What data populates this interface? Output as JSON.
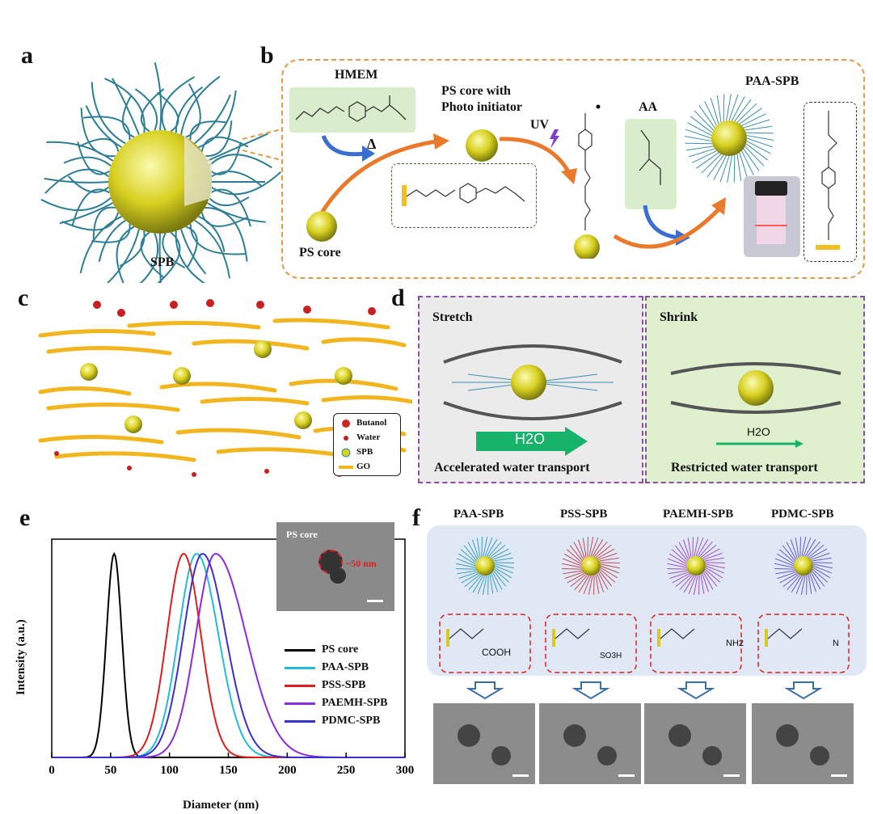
{
  "panel_labels": {
    "a": "a",
    "b": "b",
    "c": "c",
    "d": "d",
    "e": "e",
    "f": "f"
  },
  "panel_a": {
    "caption": "SPB"
  },
  "panel_b": {
    "hmem": "HMEM",
    "ps_core_with": "PS core with",
    "photo_initiator": "Photo initiator",
    "uv": "UV",
    "aa": "AA",
    "paa_spb": "PAA-SPB",
    "ps_core": "PS core",
    "delta": "Δ"
  },
  "panel_c": {
    "legend": [
      {
        "label": "Butanol",
        "color": "#d02525"
      },
      {
        "label": "Water",
        "color": "#c02020"
      },
      {
        "label": "SPB",
        "color": "#2f8fb0"
      },
      {
        "label": "GO",
        "color": "#f2b51d"
      }
    ]
  },
  "panel_d": {
    "stretch": "Stretch",
    "shrink": "Shrink",
    "h2o_left": "H2O",
    "h2o_right": "H2O",
    "accelerated": "Accelerated water transport",
    "restricted": "Restricted water transport"
  },
  "panel_e": {
    "inset_label": "PS core",
    "inset_size": "~50 nm"
  },
  "panel_f": {
    "titles": [
      "PAA-SPB",
      "PSS-SPB",
      "PAEMH-SPB",
      "PDMC-SPB"
    ],
    "groups": [
      "COOH",
      "SO3H",
      "NH2",
      "N"
    ]
  },
  "chart_data": {
    "type": "line",
    "xlabel": "Diameter (nm)",
    "ylabel": "Intensity (a.u.)",
    "xlim": [
      0,
      300
    ],
    "x_ticks": [
      0,
      50,
      100,
      150,
      200,
      250,
      300
    ],
    "series": [
      {
        "name": "PS core",
        "color": "#000000",
        "peak": 53,
        "left_width": 17,
        "right_width": 17
      },
      {
        "name": "PAA-SPB",
        "color": "#22bcd6",
        "peak": 123,
        "left_width": 40,
        "right_width": 48
      },
      {
        "name": "PSS-SPB",
        "color": "#e01e1e",
        "peak": 112,
        "left_width": 37,
        "right_width": 38
      },
      {
        "name": "PAEMH-SPB",
        "color": "#8a2be2",
        "peak": 139,
        "left_width": 43,
        "right_width": 67
      },
      {
        "name": "PDMC-SPB",
        "color": "#3a2fd1",
        "peak": 128,
        "left_width": 42,
        "right_width": 51
      }
    ]
  }
}
